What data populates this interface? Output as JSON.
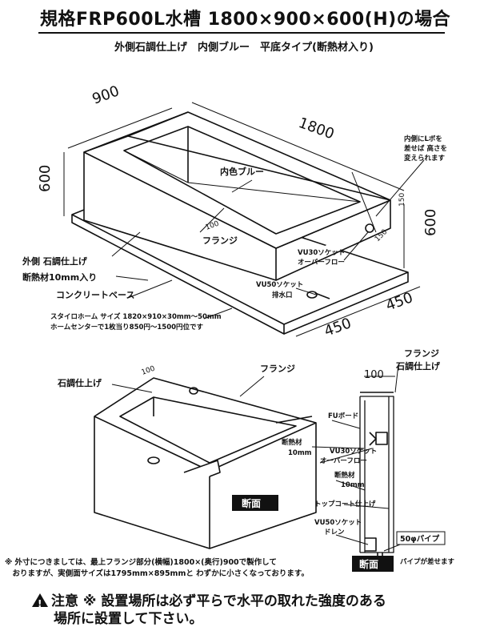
{
  "header": {
    "title": "規格FRP600L水槽 1800×900×600(H)の場合",
    "subtitle": "外側石調仕上げ　内側ブルー　平底タイプ(断熱材入り)"
  },
  "top_diagram": {
    "dim_width": "900",
    "dim_length": "1800",
    "dim_height_left": "600",
    "dim_height_right": "600",
    "dim_base_1": "450",
    "dim_base_2": "450",
    "dim_150_a": "150",
    "dim_150_b": "150",
    "flange_100": "100",
    "interior_label": "内色ブルー",
    "flange_label": "フランジ",
    "outer_label": "外側 石調仕上げ",
    "insulation_label": "断熱材10mm入り",
    "base_label": "コンクリートベース",
    "styro_line1": "スタイロホーム サイズ 1820×910×30mm～50mm",
    "styro_line2": "ホームセンターで1枚当り850円～1500円位です",
    "socket30_line1": "VU30ソケット",
    "socket30_line2": "オーバーフロー",
    "socket50_line1": "VU50ソケット",
    "socket50_line2": "排水口",
    "callout_line1": "内側にLボを",
    "callout_line2": "差せば 高さを",
    "callout_line3": "変えられます"
  },
  "section_diagram": {
    "stone_label": "石調仕上げ",
    "flange_label": "フランジ",
    "flange_100": "100",
    "section_badge": "断面"
  },
  "detail_diagram": {
    "flange_label": "フランジ",
    "stone_label": "石調仕上げ",
    "dim_100": "100",
    "fu_board": "FUボード",
    "insulation_label": "断熱材",
    "insulation_thickness": "10mm",
    "socket30_line1": "VU30ソケット",
    "socket30_line2": "オーバーフロー",
    "insulation2_label": "断熱材",
    "insulation2_thickness": "10mm",
    "topcoat_label": "トップコート仕上げ",
    "socket50_line1": "VU50ソケット",
    "socket50_line2": "ドレン",
    "pipe_label": "50φパイプ",
    "pipe_note": "パイプが差せます",
    "section_badge": "断面"
  },
  "footnote": {
    "line1": "※ 外寸につきましては、最上フランジ部分(横幅)1800×(奥行)900で製作して",
    "line2": "　おりますが、実側面サイズは1795mm×895mmと わずかに小さくなっております。"
  },
  "warning": {
    "line1": "注意 ※ 設置場所は必ず平らで水平の取れた強度のある",
    "line2": "場所に設置して下さい。"
  }
}
